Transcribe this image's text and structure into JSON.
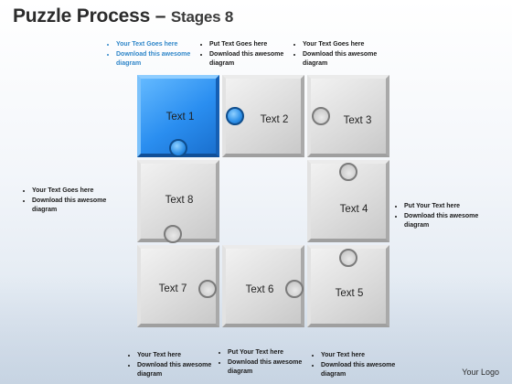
{
  "title": {
    "main": "Puzzle Process – ",
    "sub": "Stages 8"
  },
  "tiles": [
    {
      "label": "Text 1",
      "active": true
    },
    {
      "label": "Text 2"
    },
    {
      "label": "Text 3"
    },
    {
      "label": "Text 4"
    },
    {
      "label": "Text 5"
    },
    {
      "label": "Text 6"
    },
    {
      "label": "Text 7"
    },
    {
      "label": "Text 8"
    }
  ],
  "notes": {
    "top_1": {
      "lines": [
        "Your Text Goes here",
        "Download this awesome diagram"
      ],
      "color": "#2f86c9"
    },
    "top_2": {
      "lines": [
        "Put Text Goes here",
        "Download this awesome diagram"
      ]
    },
    "top_3": {
      "lines": [
        "Your Text Goes here",
        "Download this awesome diagram"
      ]
    },
    "left": {
      "lines": [
        "Your Text Goes here",
        "Download this awesome diagram"
      ]
    },
    "right": {
      "lines": [
        "Put Your Text  here",
        "Download this awesome diagram"
      ]
    },
    "bottom_1": {
      "lines": [
        "Your Text  here",
        "Download this awesome diagram"
      ]
    },
    "bottom_2": {
      "lines": [
        "Put Your Text  here",
        "Download this awesome diagram"
      ]
    },
    "bottom_3": {
      "lines": [
        "Your Text  here",
        "Download this awesome diagram"
      ]
    }
  },
  "logo": "Your Logo",
  "colors": {
    "accent": "#2a8ef0",
    "tile": "#d9d9d9",
    "note_highlight": "#2f86c9"
  }
}
